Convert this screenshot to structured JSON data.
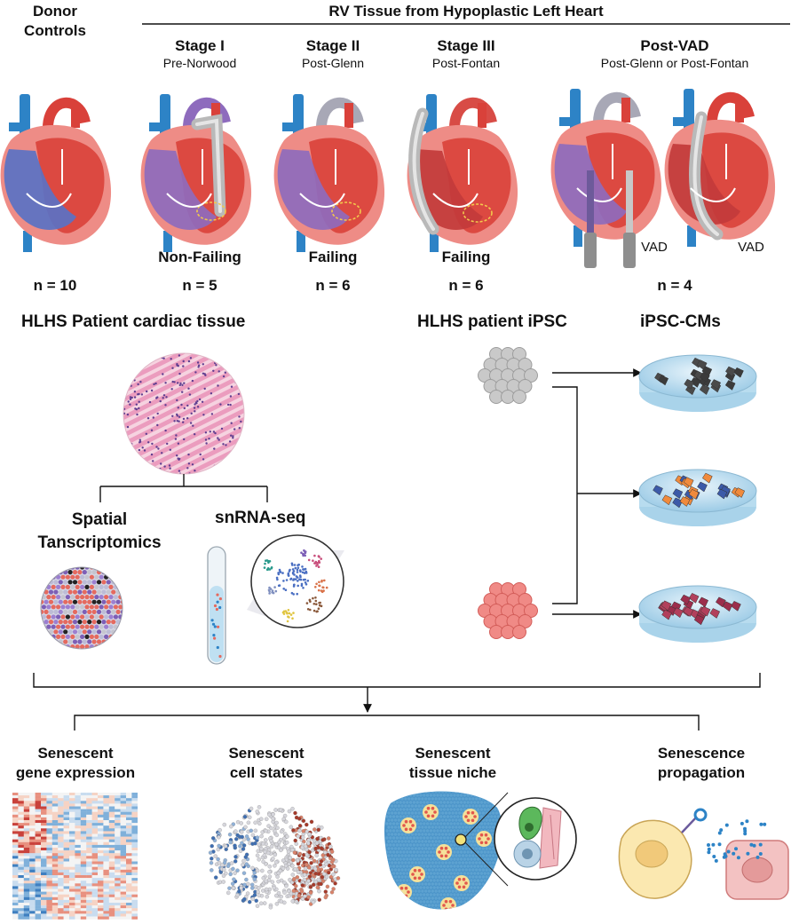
{
  "top": {
    "donor_title_line1": "Donor",
    "donor_title_line2": "Controls",
    "rv_title": "RV Tissue from Hypoplastic Left Heart",
    "stages": [
      {
        "title": "Stage I",
        "subtitle": "Pre-Norwood",
        "status": "Non-Failing",
        "n": "n = 5"
      },
      {
        "title": "Stage II",
        "subtitle": "Post-Glenn",
        "status": "Failing",
        "n": "n = 6"
      },
      {
        "title": "Stage III",
        "subtitle": "Post-Fontan",
        "status": "Failing",
        "n": "n = 6"
      },
      {
        "title": "Post-VAD",
        "subtitle": "Post-Glenn or Post-Fontan",
        "status": "",
        "n": "n = 4"
      }
    ],
    "donor_n": "n = 10",
    "vad_label": "VAD"
  },
  "middle": {
    "tissue_title": "HLHS Patient cardiac tissue",
    "spatial_line1": "Spatial",
    "spatial_line2": "Tanscriptomics",
    "snrna": "snRNA-seq",
    "ipsc_title": "HLHS patient iPSC",
    "ipsccm_title": "iPSC-CMs"
  },
  "bottom": {
    "panels": [
      {
        "line1": "Senescent",
        "line2": "gene expression"
      },
      {
        "line1": "Senescent",
        "line2": "cell states"
      },
      {
        "line1": "Senescent",
        "line2": "tissue niche"
      },
      {
        "line1": "Senescence",
        "line2": "propagation"
      }
    ]
  },
  "colors": {
    "heart_red": "#d9413a",
    "heart_pink": "#ee8c86",
    "aorta_blue": "#2d83c6",
    "rv_purple": "#8e6bbd",
    "shunt_gray": "#b9b9b9",
    "line_black": "#111111"
  }
}
